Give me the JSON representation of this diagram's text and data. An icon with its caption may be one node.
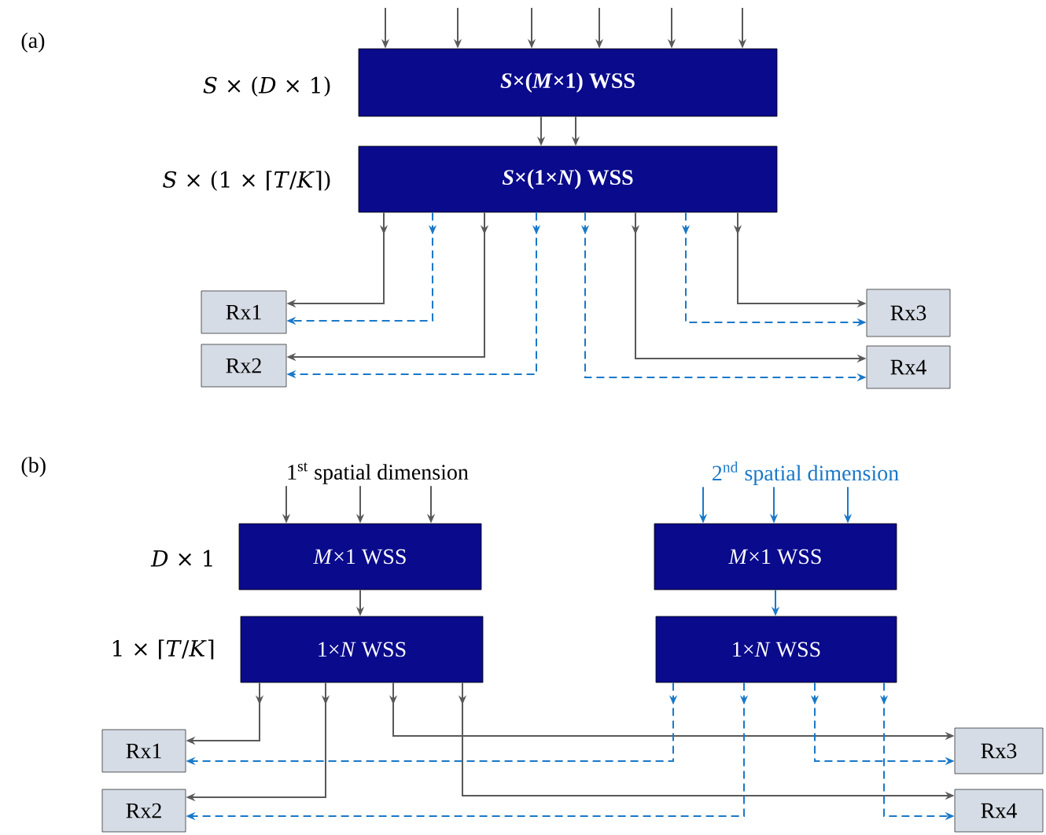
{
  "diagram": {
    "nodes": [
      {
        "text": [
          "*S*×(*M*×1) WSS"
        ]
      },
      {
        "text": [
          "*S*×(1×*N*) WSS"
        ]
      },
      {
        "text": [
          "Rx1"
        ]
      },
      {
        "text": [
          "Rx2"
        ]
      },
      {
        "text": [
          "Rx3"
        ]
      },
      {
        "text": [
          "Rx4"
        ]
      },
      {
        "text": [
          "*M*×1 WSS"
        ]
      },
      {
        "text": [
          "1×*N* WSS"
        ]
      },
      {
        "text": [
          "*M*×1 WSS"
        ]
      },
      {
        "text": [
          "1×*N* WSS"
        ]
      },
      {
        "text": [
          "Rx1"
        ]
      },
      {
        "text": [
          "Rx2"
        ]
      },
      {
        "text": [
          "Rx3"
        ]
      },
      {
        "text": [
          "Rx4"
        ]
      },
      {
        "text": [
          "1$^{st}$ spatial dimension"
        ]
      },
      {
        "text": [
          "2$^{nd}$ spatial dimension"
        ]
      }
    ],
    "edges": [
      {
        "from": null,
        "to": 0,
        "arrow": "to"
      },
      {
        "from": null,
        "to": 0,
        "arrow": "to"
      },
      {
        "from": null,
        "to": 0,
        "arrow": "to"
      },
      {
        "from": null,
        "to": 0,
        "arrow": "to"
      },
      {
        "from": null,
        "to": 0,
        "arrow": "to"
      },
      {
        "from": null,
        "to": 0,
        "arrow": "to"
      },
      {
        "from": 0,
        "to": 1,
        "arrow": "to"
      },
      {
        "from": 0,
        "to": 1,
        "arrow": "to"
      },
      {
        "from": 1,
        "to": 2,
        "arrow": "to"
      },
      {
        "from": 1,
        "to": 2,
        "arrow": "to",
        "style": "dashed",
        "color": "#1a78c8"
      },
      {
        "from": 1,
        "to": 3,
        "arrow": "to"
      },
      {
        "from": 1,
        "to": 3,
        "arrow": "to",
        "style": "dashed",
        "color": "#1a78c8"
      },
      {
        "from": 1,
        "to": 5,
        "arrow": "to",
        "style": "dashed",
        "color": "#1a78c8"
      },
      {
        "from": 1,
        "to": 5,
        "arrow": "to"
      },
      {
        "from": 1,
        "to": 4,
        "arrow": "to",
        "style": "dashed",
        "color": "#1a78c8"
      },
      {
        "from": 1,
        "to": 4,
        "arrow": "to"
      },
      {
        "from": 14,
        "to": 6,
        "arrow": "to"
      },
      {
        "from": 14,
        "to": 6,
        "arrow": "to"
      },
      {
        "from": 14,
        "to": 6,
        "arrow": "to"
      },
      {
        "from": 15,
        "to": 8,
        "arrow": "to",
        "color": "#1a78c8"
      },
      {
        "from": 15,
        "to": 8,
        "arrow": "to",
        "color": "#1a78c8"
      },
      {
        "from": 15,
        "to": 8,
        "arrow": "to",
        "color": "#1a78c8"
      },
      {
        "from": 6,
        "to": 7,
        "arrow": "to"
      },
      {
        "from": 8,
        "to": 9,
        "arrow": "to",
        "color": "#1a78c8"
      },
      {
        "from": 7,
        "to": 10,
        "arrow": "to"
      },
      {
        "from": 7,
        "to": 11,
        "arrow": "to"
      },
      {
        "from": 7,
        "to": 12,
        "arrow": "to"
      },
      {
        "from": 7,
        "to": 13,
        "arrow": "to"
      },
      {
        "from": 9,
        "to": 10,
        "arrow": "to",
        "style": "dashed",
        "color": "#1a78c8"
      },
      {
        "from": 9,
        "to": 11,
        "arrow": "to",
        "style": "dashed",
        "color": "#1a78c8"
      },
      {
        "from": 9,
        "to": 12,
        "arrow": "to",
        "style": "dashed",
        "color": "#1a78c8"
      },
      {
        "from": 9,
        "to": 13,
        "arrow": "to",
        "style": "dashed",
        "color": "#1a78c8"
      }
    ],
    "labels": [
      "(a)",
      "*S* × (*D* × 1)",
      "*S* × (1 × ⌈*T*/*K*⌉)",
      "(b)",
      "*D* × 1",
      "1 × ⌈*T*/*K*⌉"
    ]
  }
}
